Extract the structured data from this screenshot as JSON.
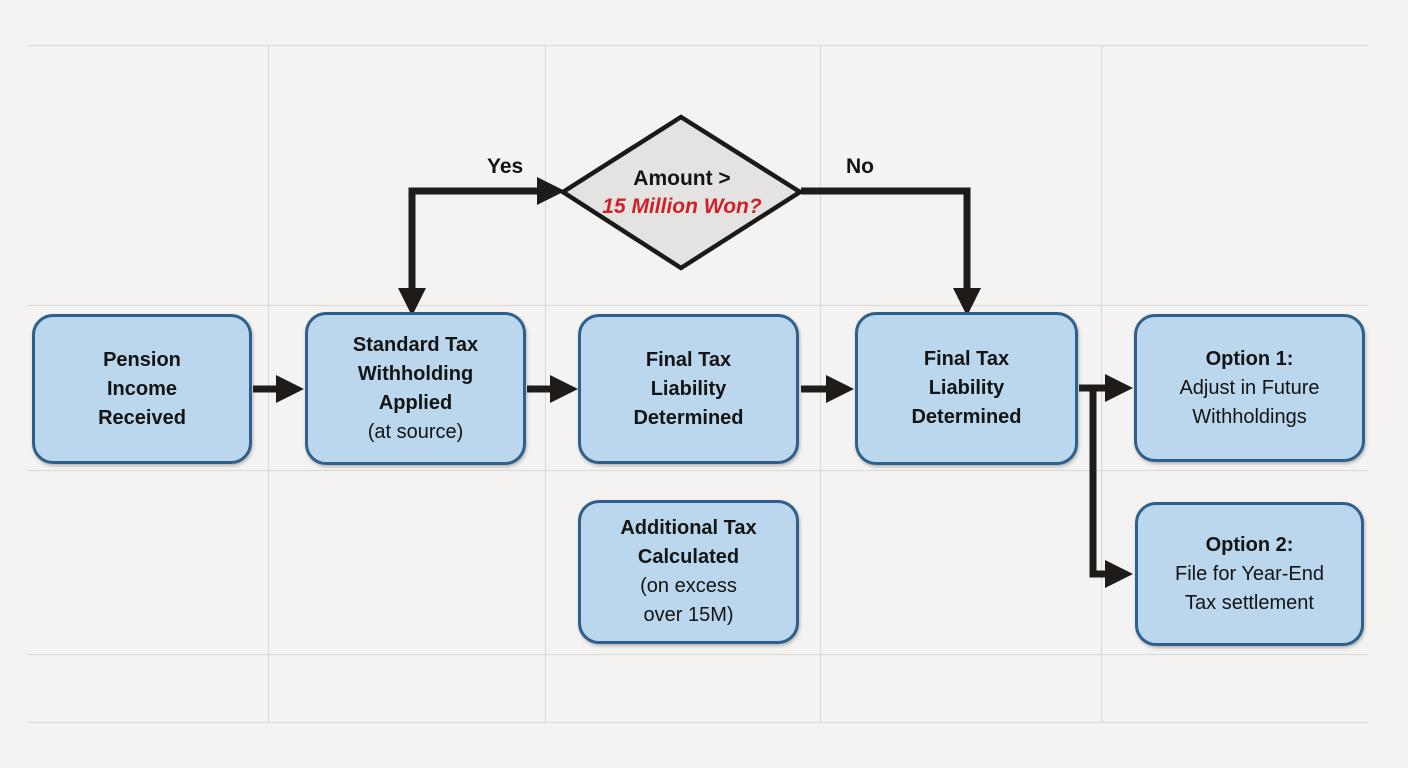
{
  "diagram": {
    "title_semantic": "Pension income tax withholding decision flowchart",
    "decision": {
      "line1": "Amount >",
      "line2": "15 Million Won?"
    },
    "branch_labels": {
      "yes": "Yes",
      "no": "No"
    },
    "nodes": {
      "pension": {
        "bold": [
          "Pension",
          "Income",
          "Received"
        ],
        "plain": []
      },
      "withholding": {
        "bold": [
          "Standard Tax",
          "Withholding",
          "Applied"
        ],
        "plain": [
          "(at source)"
        ]
      },
      "final_a": {
        "bold": [
          "Final Tax",
          "Liability",
          "Determined"
        ],
        "plain": []
      },
      "final_b": {
        "bold": [
          "Final Tax",
          "Liability",
          "Determined"
        ],
        "plain": []
      },
      "option1": {
        "bold": [
          "Option 1:"
        ],
        "plain": [
          "Adjust in Future",
          "Withholdings"
        ]
      },
      "additional": {
        "bold": [
          "Additional Tax",
          "Calculated"
        ],
        "plain": [
          "(on excess",
          "over 15M)"
        ]
      },
      "option2": {
        "bold": [
          "Option 2:"
        ],
        "plain": [
          "File for Year-End",
          "Tax settlement"
        ]
      }
    },
    "colors": {
      "box_fill": "#bad7ed",
      "box_border": "#2f608c",
      "diamond_fill": "#e5e3e2",
      "diamond_border": "#1a1a1a",
      "arrow": "#1f1b18",
      "red": "#cf2127",
      "bg": "#f4f3f1",
      "grid": "#d8d7d5"
    }
  }
}
